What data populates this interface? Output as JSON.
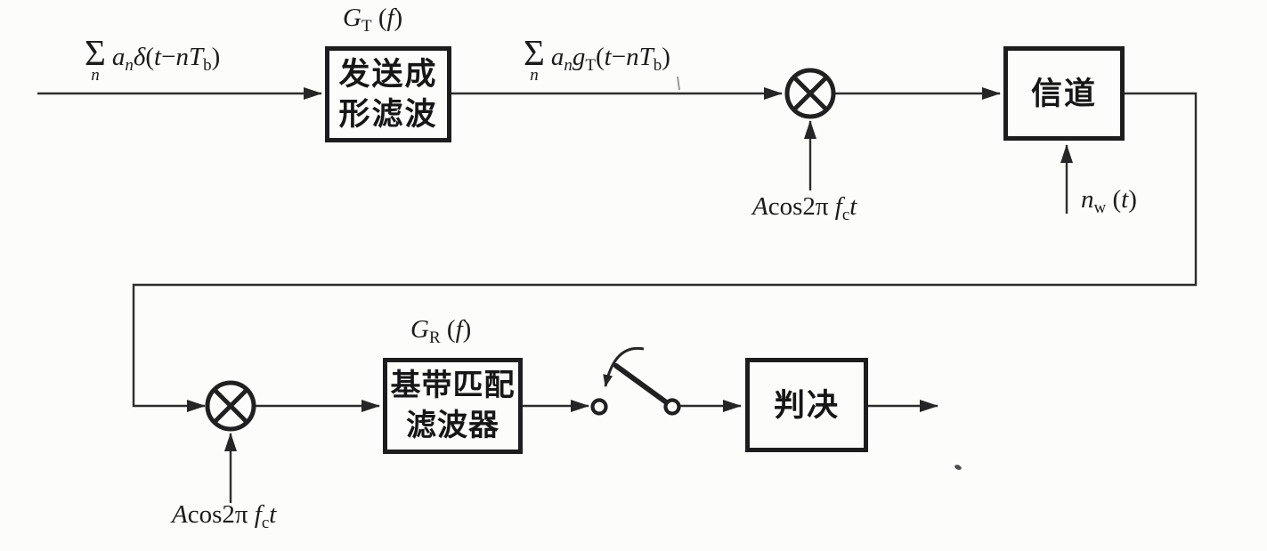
{
  "colors": {
    "ink": "#262626",
    "paper": "#fcfcfa",
    "box_border": "#1d1d1d"
  },
  "blocks": {
    "tx_filter": {
      "lines": [
        "发送成",
        "形滤波"
      ]
    },
    "channel": {
      "lines": [
        "信道"
      ]
    },
    "rx_filter": {
      "lines": [
        "基带匹配",
        "滤波器"
      ]
    },
    "decision": {
      "lines": [
        "判决"
      ]
    }
  },
  "math": {
    "gt": [
      {
        "t": "G",
        "st": "i"
      },
      {
        "t": "T",
        "st": "sub"
      },
      {
        "t": " (",
        "st": "n"
      },
      {
        "t": "f",
        "st": "i"
      },
      {
        "t": ")",
        "st": "n"
      }
    ],
    "gr": [
      {
        "t": "G",
        "st": "i"
      },
      {
        "t": "R",
        "st": "sub"
      },
      {
        "t": " (",
        "st": "n"
      },
      {
        "t": "f",
        "st": "i"
      },
      {
        "t": ")",
        "st": "n"
      }
    ],
    "input_signal": [
      {
        "t": "Σ|n",
        "st": "stack"
      },
      {
        "t": "a",
        "st": "i"
      },
      {
        "t": "n",
        "st": "subi"
      },
      {
        "t": "δ",
        "st": "i"
      },
      {
        "t": "(",
        "st": "n"
      },
      {
        "t": "t",
        "st": "i"
      },
      {
        "t": "−",
        "st": "n"
      },
      {
        "t": "n",
        "st": "i"
      },
      {
        "t": "T",
        "st": "i"
      },
      {
        "t": "b",
        "st": "sub"
      },
      {
        "t": ")",
        "st": "n"
      }
    ],
    "shaped_signal": [
      {
        "t": "Σ|n",
        "st": "stack"
      },
      {
        "t": "a",
        "st": "i"
      },
      {
        "t": "n",
        "st": "subi"
      },
      {
        "t": "g",
        "st": "i"
      },
      {
        "t": "T",
        "st": "sub"
      },
      {
        "t": "(",
        "st": "n"
      },
      {
        "t": "t",
        "st": "i"
      },
      {
        "t": "−",
        "st": "n"
      },
      {
        "t": "n",
        "st": "i"
      },
      {
        "t": "T",
        "st": "i"
      },
      {
        "t": "b",
        "st": "sub"
      },
      {
        "t": ")",
        "st": "n"
      }
    ],
    "carrier_top": [
      {
        "t": "A",
        "st": "i"
      },
      {
        "t": "cos2π ",
        "st": "n"
      },
      {
        "t": "f",
        "st": "i"
      },
      {
        "t": "c",
        "st": "sub"
      },
      {
        "t": "t",
        "st": "i"
      }
    ],
    "carrier_bottom": [
      {
        "t": "A",
        "st": "i"
      },
      {
        "t": "cos2π ",
        "st": "n"
      },
      {
        "t": "f",
        "st": "i"
      },
      {
        "t": "c",
        "st": "sub"
      },
      {
        "t": "t",
        "st": "i"
      }
    ],
    "noise": [
      {
        "t": "n",
        "st": "i"
      },
      {
        "t": "w",
        "st": "sub"
      },
      {
        "t": " (",
        "st": "n"
      },
      {
        "t": "t",
        "st": "i"
      },
      {
        "t": ")",
        "st": "n"
      }
    ]
  }
}
